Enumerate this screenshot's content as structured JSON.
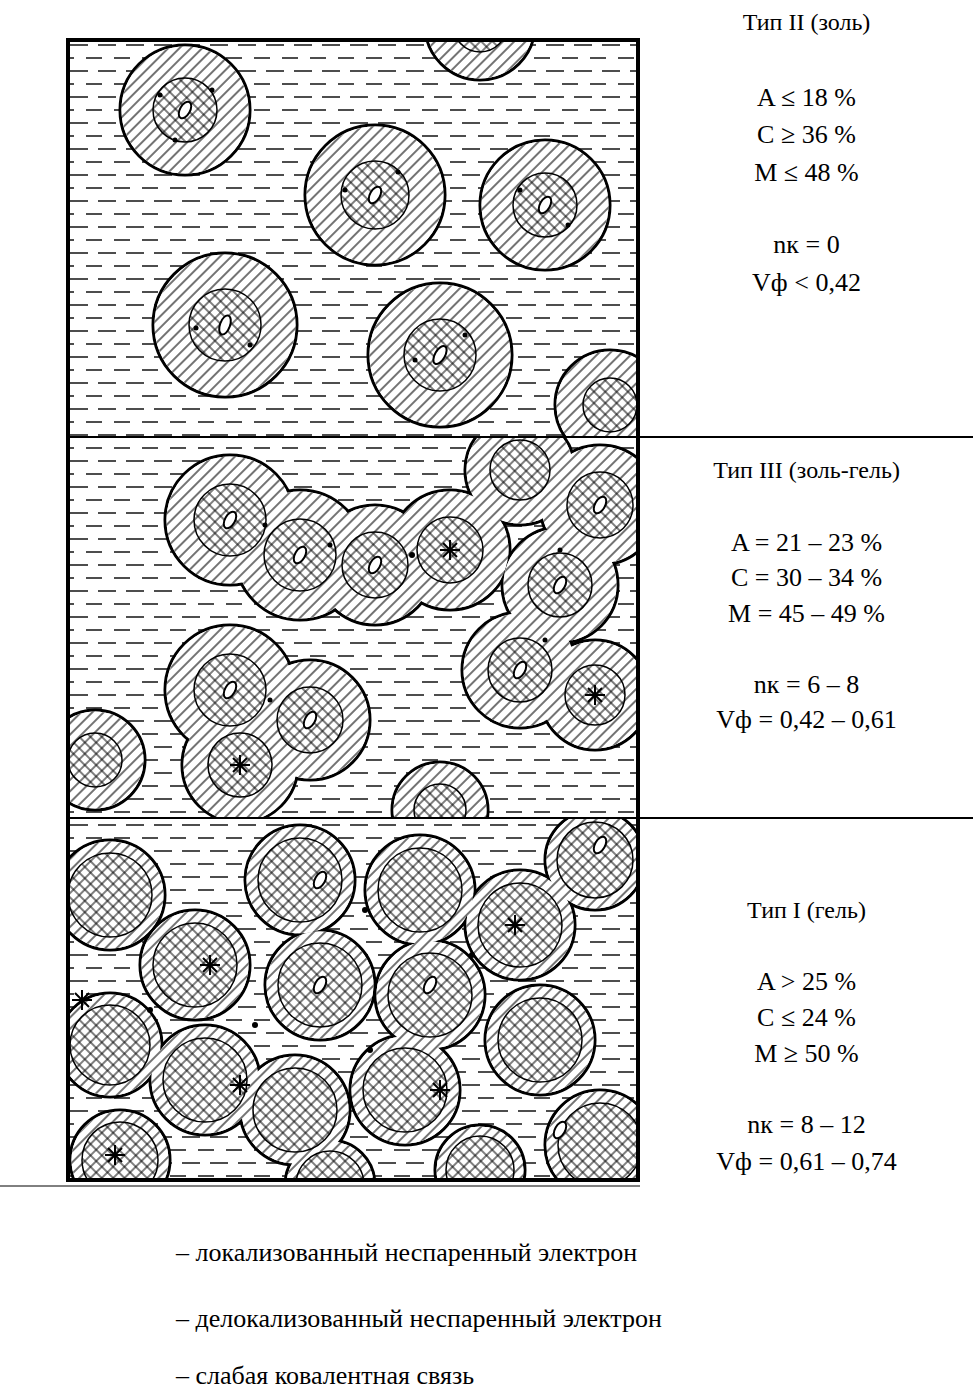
{
  "diagram": {
    "nodes": [
      {
        "text": [
          "Тип II (золь)",
          "A ≤ 18 %",
          "C ≥ 36 %",
          "M ≤ 48 %",
          "nк = 0",
          "Vф < 0,42"
        ]
      },
      {
        "text": [
          "Тип III (золь-гель)",
          "A = 21 – 23 %",
          "C = 30 – 34 %",
          "M = 45 – 49 %",
          "nк = 6 – 8",
          "Vф = 0,42 – 0,61"
        ]
      },
      {
        "text": [
          "Тип I (гель)",
          "A > 25 %",
          "C ≤ 24 %",
          "M ≥ 50 %",
          "nк = 8 – 12",
          "Vф = 0,61 – 0,74"
        ]
      }
    ],
    "legend": [
      {
        "text": "– локализованный неспаренный электрон"
      },
      {
        "text": "– делокализованный неспаренный электрон"
      },
      {
        "text": "– слабая ковалентная связь"
      }
    ]
  }
}
